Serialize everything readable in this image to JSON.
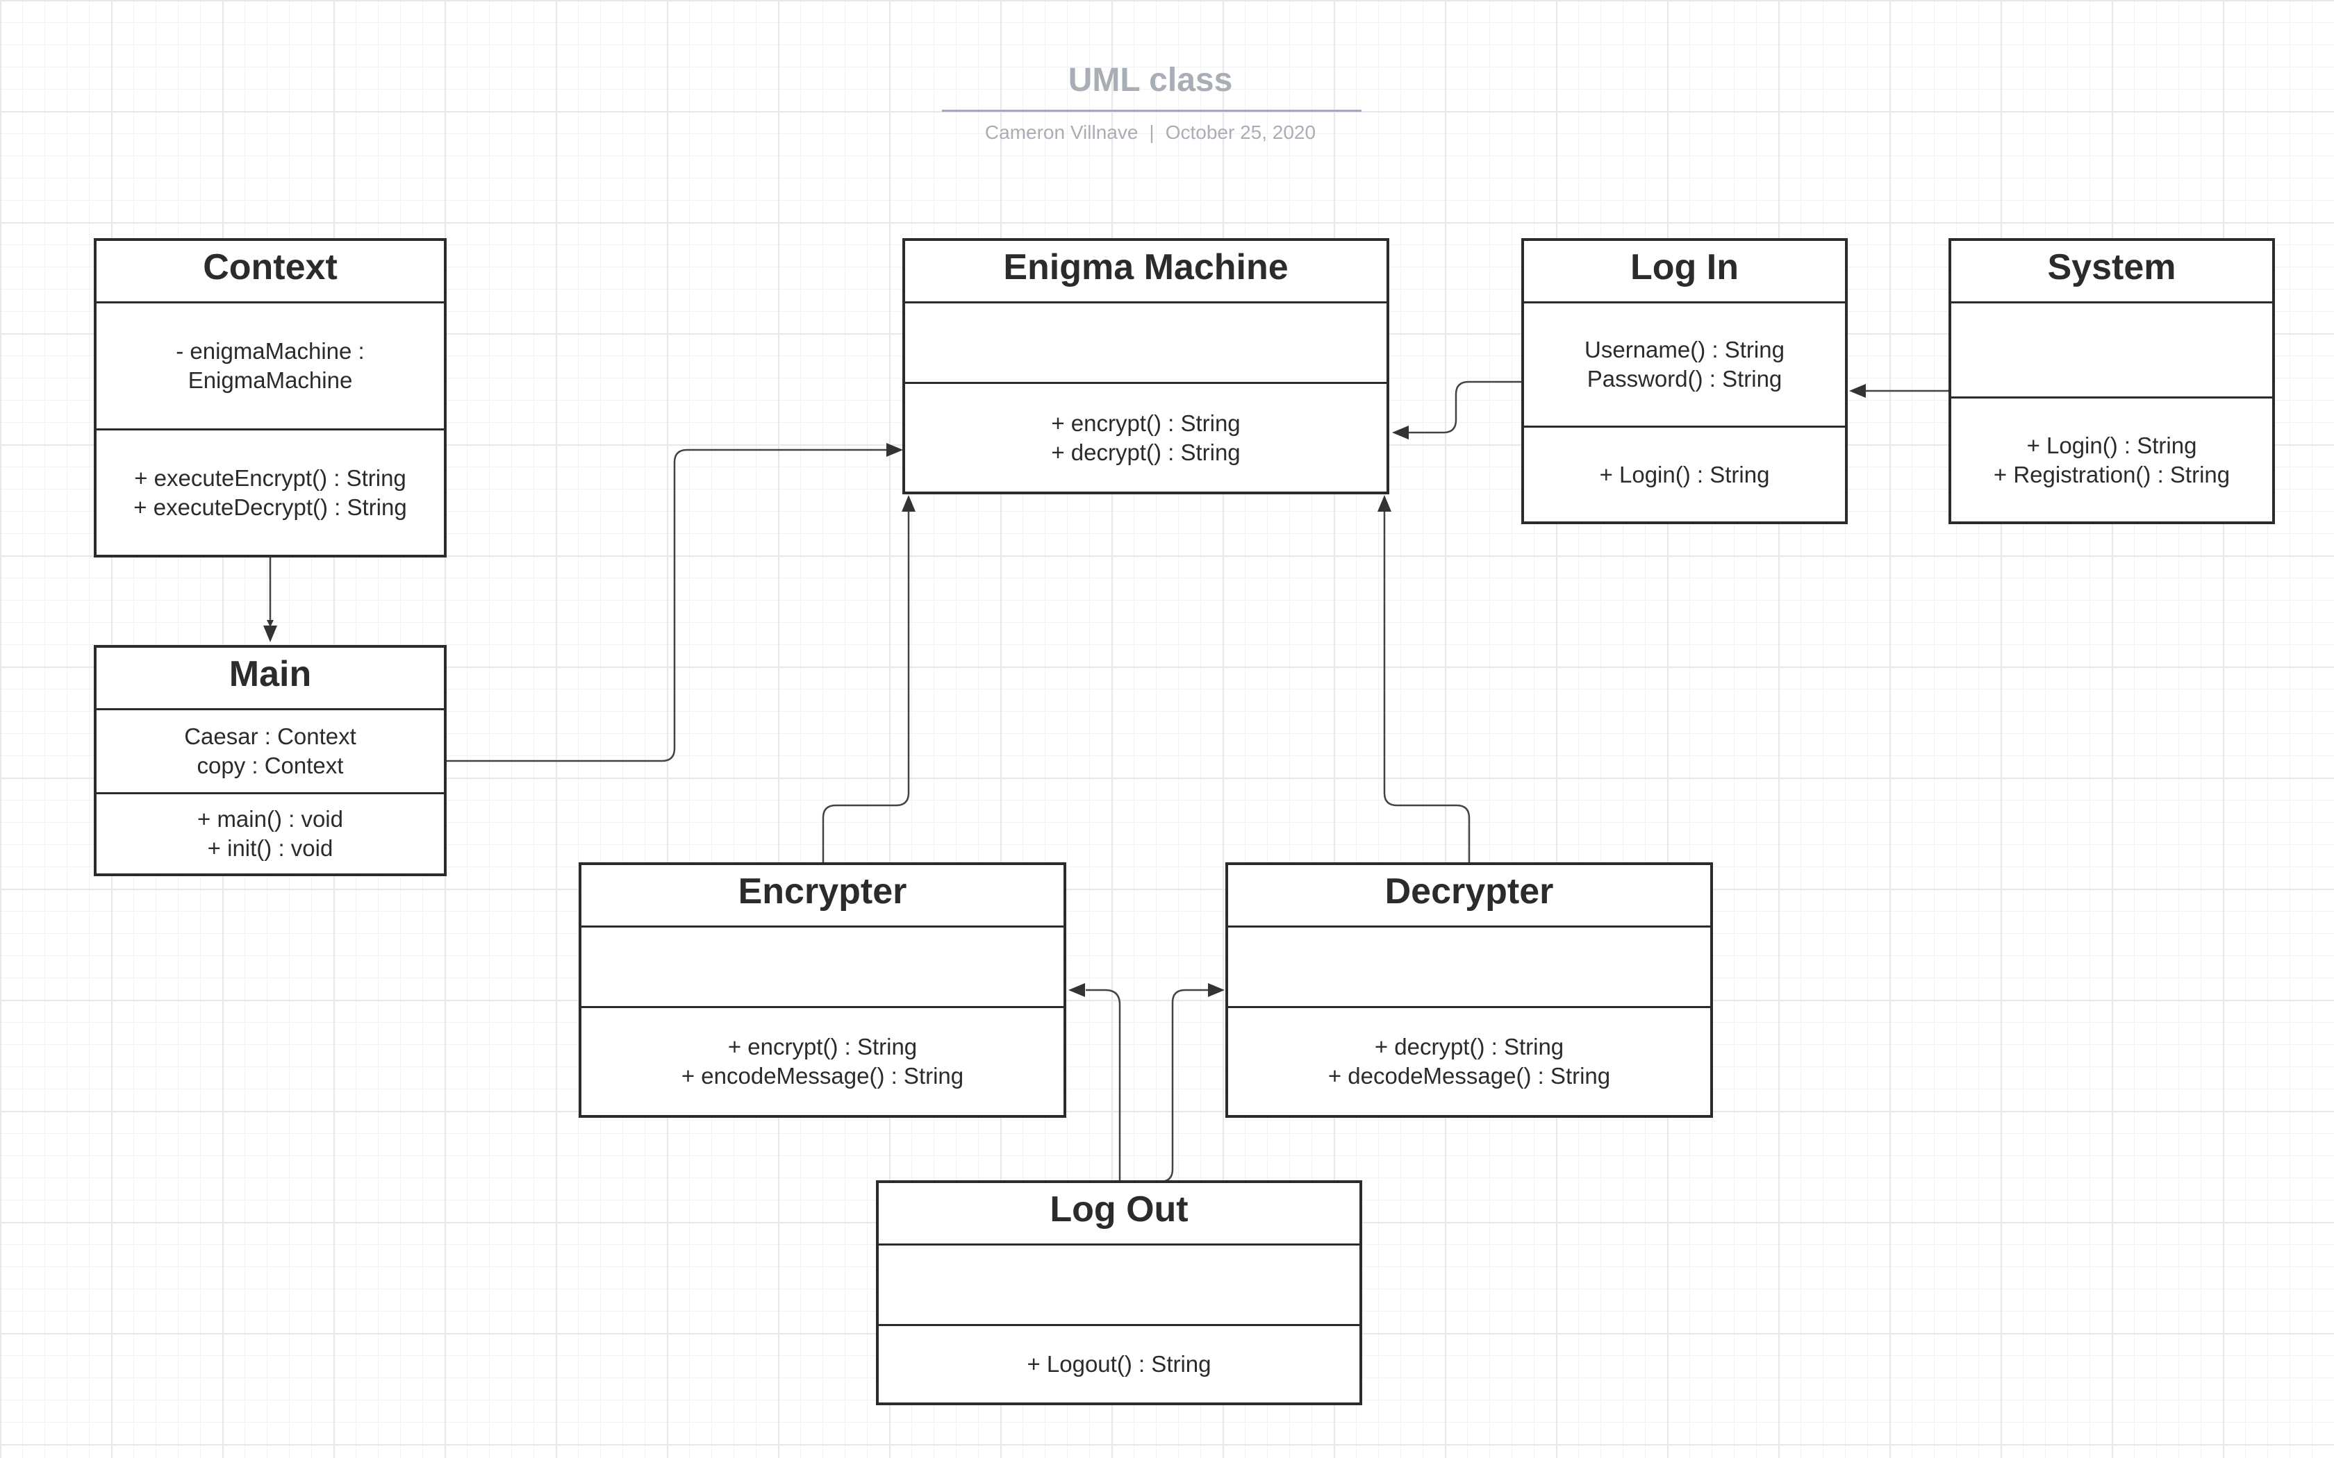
{
  "diagram": {
    "title": "UML class",
    "author": "Cameron Villnave",
    "separator": "|",
    "date": "October 25, 2020"
  },
  "classes": {
    "context": {
      "name": "Context",
      "attributes": [
        "- enigmaMachine :",
        "EnigmaMachine"
      ],
      "methods": [
        "+ executeEncrypt() : String",
        "+ executeDecrypt() : String"
      ]
    },
    "enigma": {
      "name": "Enigma Machine",
      "attributes": [],
      "methods": [
        "+ encrypt() : String",
        "+ decrypt() : String"
      ]
    },
    "login": {
      "name": "Log In",
      "attributes": [
        "Username() : String",
        "Password() : String"
      ],
      "methods": [
        "+ Login() : String"
      ]
    },
    "system": {
      "name": "System",
      "attributes": [],
      "methods": [
        "+ Login() : String",
        "+ Registration() : String"
      ]
    },
    "main": {
      "name": "Main",
      "attributes": [
        "Caesar : Context",
        "copy : Context"
      ],
      "methods": [
        "+ main() : void",
        "+ init() : void"
      ]
    },
    "encrypter": {
      "name": "Encrypter",
      "attributes": [],
      "methods": [
        "+ encrypt() : String",
        "+ encodeMessage() : String"
      ]
    },
    "decrypter": {
      "name": "Decrypter",
      "attributes": [],
      "methods": [
        "+ decrypt() : String",
        "+ decodeMessage() : String"
      ]
    },
    "logout": {
      "name": "Log Out",
      "attributes": [],
      "methods": [
        "+ Logout() : String"
      ]
    }
  }
}
